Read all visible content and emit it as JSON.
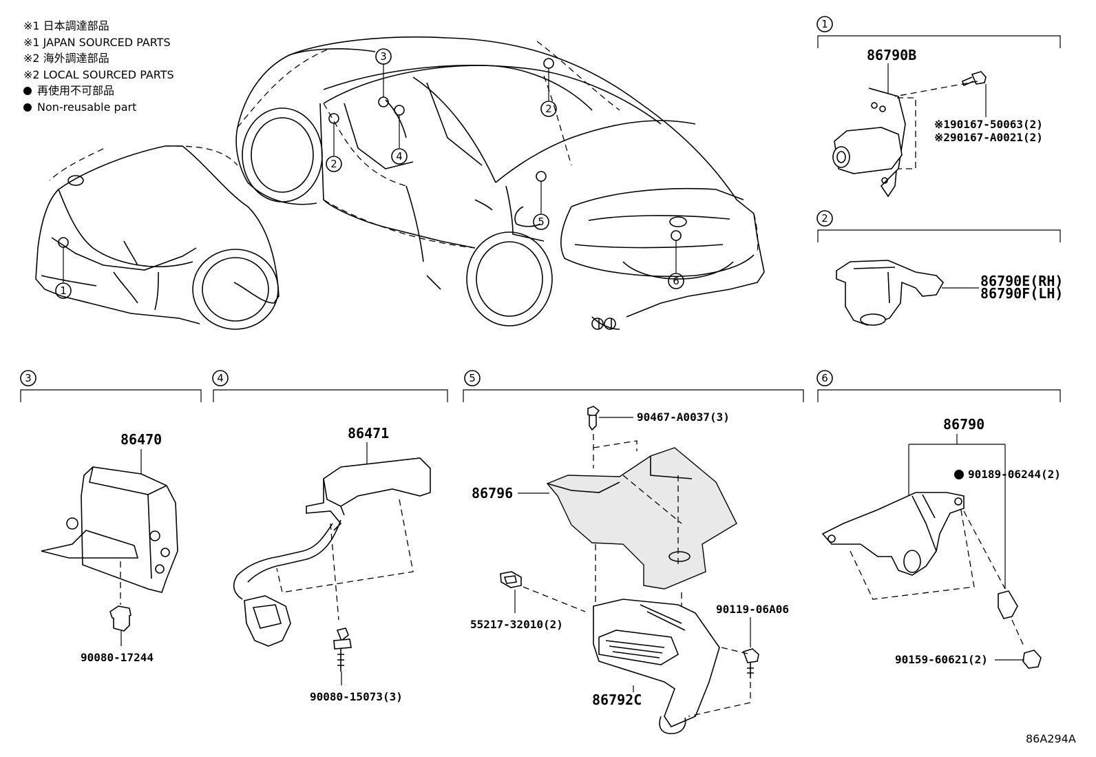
{
  "legend": {
    "line1": "※1 日本調達部品",
    "line2": "※1 JAPAN SOURCED PARTS",
    "line3": "※2 海外調達部品",
    "line4": "※2 LOCAL SOURCED PARTS",
    "line5": "再使用不可部品",
    "line6": "Non-reusable part"
  },
  "callouts": [
    "1",
    "2",
    "3",
    "4",
    "5",
    "6"
  ],
  "section1": {
    "number": "1",
    "part_main": "86790B",
    "bolt_a": "※190167-50063(2)",
    "bolt_b": "※290167-A0021(2)"
  },
  "section2": {
    "number": "2",
    "part_rh": "86790E(RH)",
    "part_lh": "86790F(LH)"
  },
  "section3": {
    "number": "3",
    "part_main": "86470",
    "part_nut": "90080-17244"
  },
  "section4": {
    "number": "4",
    "part_main": "86471",
    "part_bolt": "90080-15073(3)"
  },
  "section5": {
    "number": "5",
    "part_clip": "90467-A0037(3)",
    "part_cover": "86796",
    "part_nut": "55217-32010(2)",
    "part_bolt": "90119-06A06",
    "part_ecu": "86792C"
  },
  "section6": {
    "number": "6",
    "part_main": "86790",
    "part_clip": "90189-06244(2)",
    "part_screw": "90159-60621(2)"
  },
  "diagram_code": "86A294A"
}
